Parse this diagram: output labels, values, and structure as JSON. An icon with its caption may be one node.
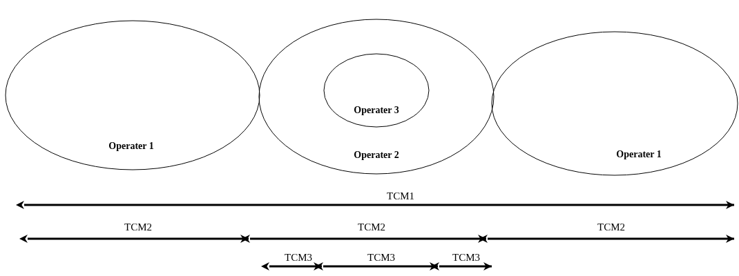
{
  "diagram": {
    "nodes": [
      {
        "text": [
          "Operater 1"
        ]
      },
      {
        "text": [
          "Operater 2"
        ]
      },
      {
        "text": [
          "Operater 3"
        ],
        "in": 1
      },
      {
        "text": [
          "Operater 1"
        ]
      }
    ],
    "labels": [
      "TCM1",
      "TCM2",
      "TCM2",
      "TCM2",
      "TCM3",
      "TCM3",
      "TCM3"
    ]
  }
}
